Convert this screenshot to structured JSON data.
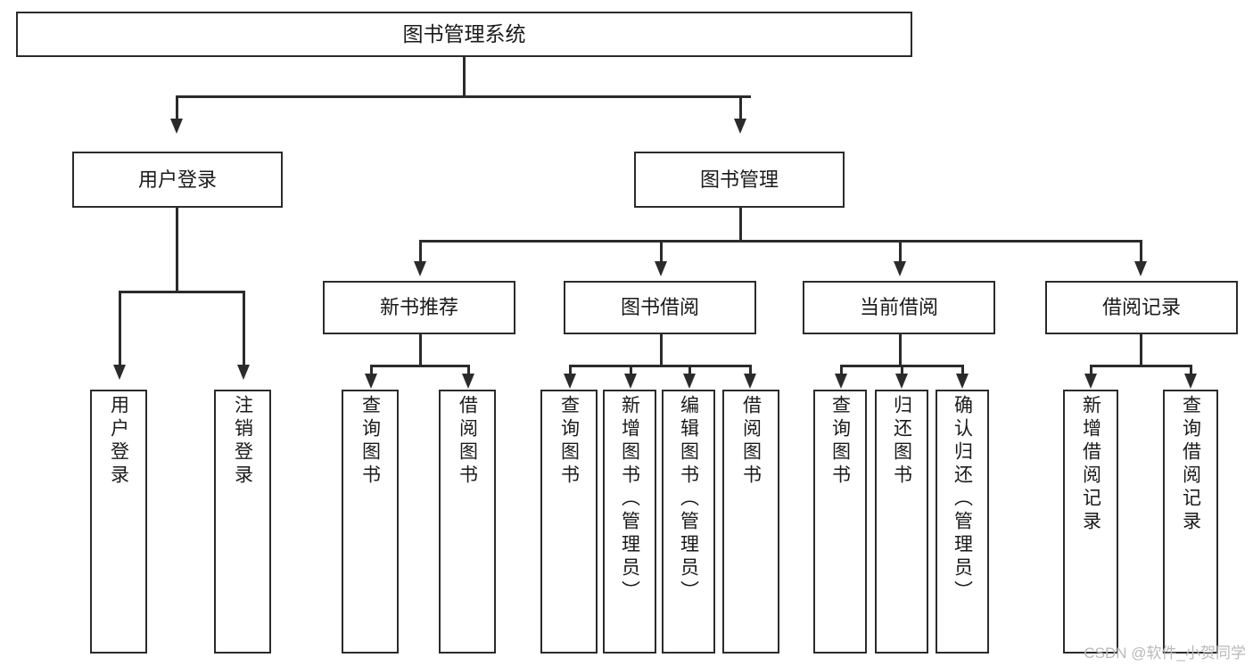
{
  "diagram": {
    "title": "图书管理系统",
    "type": "tree-hierarchy",
    "nodes": {
      "root": {
        "label": "图书管理系统"
      },
      "level2": [
        {
          "id": "user-login",
          "label": "用户登录"
        },
        {
          "id": "book-management",
          "label": "图书管理"
        }
      ],
      "level3": [
        {
          "id": "new-book-recommend",
          "label": "新书推荐"
        },
        {
          "id": "book-borrow",
          "label": "图书借阅"
        },
        {
          "id": "current-borrow",
          "label": "当前借阅"
        },
        {
          "id": "borrow-record",
          "label": "借阅记录"
        }
      ],
      "leaves": {
        "user_login": [
          {
            "id": "leaf-user-login",
            "label": "用户登录"
          },
          {
            "id": "leaf-logout-login",
            "label": "注销登录"
          }
        ],
        "new_book_recommend": [
          {
            "id": "leaf-query-book-1",
            "label": "查询图书"
          },
          {
            "id": "leaf-borrow-book-1",
            "label": "借阅图书"
          }
        ],
        "book_borrow": [
          {
            "id": "leaf-query-book-2",
            "label": "查询图书"
          },
          {
            "id": "leaf-add-book",
            "label": "新增图书（管理员）"
          },
          {
            "id": "leaf-edit-book",
            "label": "编辑图书（管理员）"
          },
          {
            "id": "leaf-borrow-book-2",
            "label": "借阅图书"
          }
        ],
        "current_borrow": [
          {
            "id": "leaf-query-book-3",
            "label": "查询图书"
          },
          {
            "id": "leaf-return-book",
            "label": "归还图书"
          },
          {
            "id": "leaf-confirm-return",
            "label": "确认归还（管理员）"
          }
        ],
        "borrow_record": [
          {
            "id": "leaf-add-record",
            "label": "新增借阅记录"
          },
          {
            "id": "leaf-query-record",
            "label": "查询借阅记录"
          }
        ]
      }
    },
    "colors": {
      "stroke": "#2b2b2b",
      "fill": "#ffffff",
      "text": "#1a1a1a",
      "watermark": "#b9b9b9"
    }
  },
  "watermark": {
    "text": "CSDN @软件_小贺同学"
  }
}
